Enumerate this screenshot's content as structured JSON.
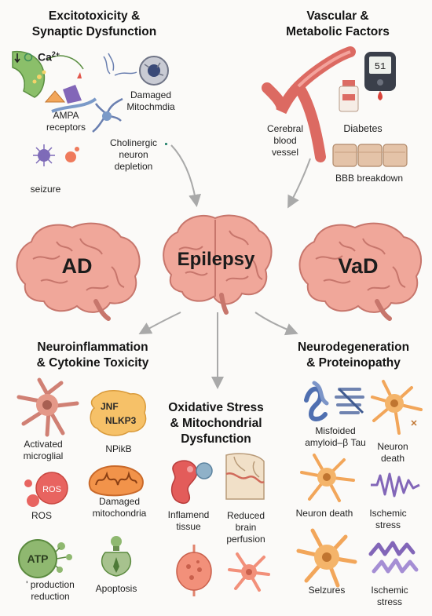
{
  "sections": {
    "excitotoxicity": {
      "title": "Excitotoxicity &\nSynaptic Dysfunction"
    },
    "vascular": {
      "title": "Vascular &\nMetabolic Factors"
    },
    "neuroinflammation": {
      "title": "Neuroinflammation\n& Cytokine Toxicity"
    },
    "oxidative": {
      "title": "Oxidative Stress\n& Mitochondrial\nDysfunction"
    },
    "neurodegeneration": {
      "title": "Neurodegeneration\n& Proteinopathy"
    }
  },
  "brains": {
    "left": "AD",
    "center": "Epilepsy",
    "right": "VaD"
  },
  "labels": {
    "ca": "Ca",
    "ca_sup": "2+",
    "ampa": "AMPA\nreceptors",
    "damaged_mito_top": "Damaged\nMitochmdia",
    "cholinergic": "Cholinergic\nneuron\ndepletion",
    "seizure": "seizure",
    "cerebral": "Cerebral\nblood\nvessel",
    "diabetes": "Diabetes",
    "bbb": "BBB breakdown",
    "activated_microglia": "Activated\nmicroglial",
    "npikb": "NPikB",
    "jnf": "JNF",
    "nlkp3": "NLKP3",
    "ros_badge": "ROS",
    "ros": "ROS",
    "damaged_mito": "Damaged\nmitochondria",
    "atp": "ATP",
    "production": "' production\nreduction",
    "apoptosis": "Apoptosis",
    "inflamed": "Inflamend\ntissue",
    "reduced_perfusion": "Reduced\nbrain\nperfusion",
    "misfolded": "Misfoided\namyloid–β Tau",
    "neuron_death_r": "Neuron\ndeath",
    "neuron_death_l": "Neuron death",
    "ischemic_1": "Ischemic\nstress",
    "seizures": "Selzures",
    "ischemic_2": "Ischemic\nstress",
    "glucometer": "51"
  },
  "colors": {
    "brain": "#f0a79a",
    "brain_line": "#c7766c",
    "arrow": "#a9a9a9",
    "neuron_orange": "#f2a65a",
    "receptor_green": "#8bbf6a",
    "vessel": "#dc6a62",
    "purple": "#8266b8"
  }
}
